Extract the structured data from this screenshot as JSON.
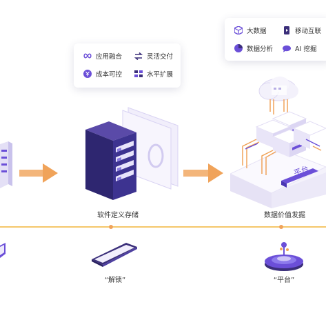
{
  "colors": {
    "accent": "#6b4fd8",
    "dark_purple": "#3b2f7a",
    "orange": "#f0a35a",
    "timeline": "#f5c76a"
  },
  "card_left": {
    "items": [
      {
        "icon": "infinity-icon",
        "label": "应用融合"
      },
      {
        "icon": "exchange-icon",
        "label": "灵活交付"
      },
      {
        "icon": "yen-icon",
        "label": "成本可控"
      },
      {
        "icon": "scale-icon",
        "label": "水平扩展"
      }
    ]
  },
  "card_right": {
    "items": [
      {
        "icon": "cube-icon",
        "label": "大数据"
      },
      {
        "icon": "mobile-icon",
        "label": "移动互联"
      },
      {
        "icon": "pie-chart-icon",
        "label": "数据分析"
      },
      {
        "icon": "chat-icon",
        "label": "AI 挖掘"
      }
    ]
  },
  "stages": {
    "storage_label": "软件定义存储",
    "value_label": "数据价值发掘",
    "platform_text": "平台"
  },
  "bottom": {
    "unlock_label": "“解锁”",
    "platform_label": "“平台”"
  }
}
